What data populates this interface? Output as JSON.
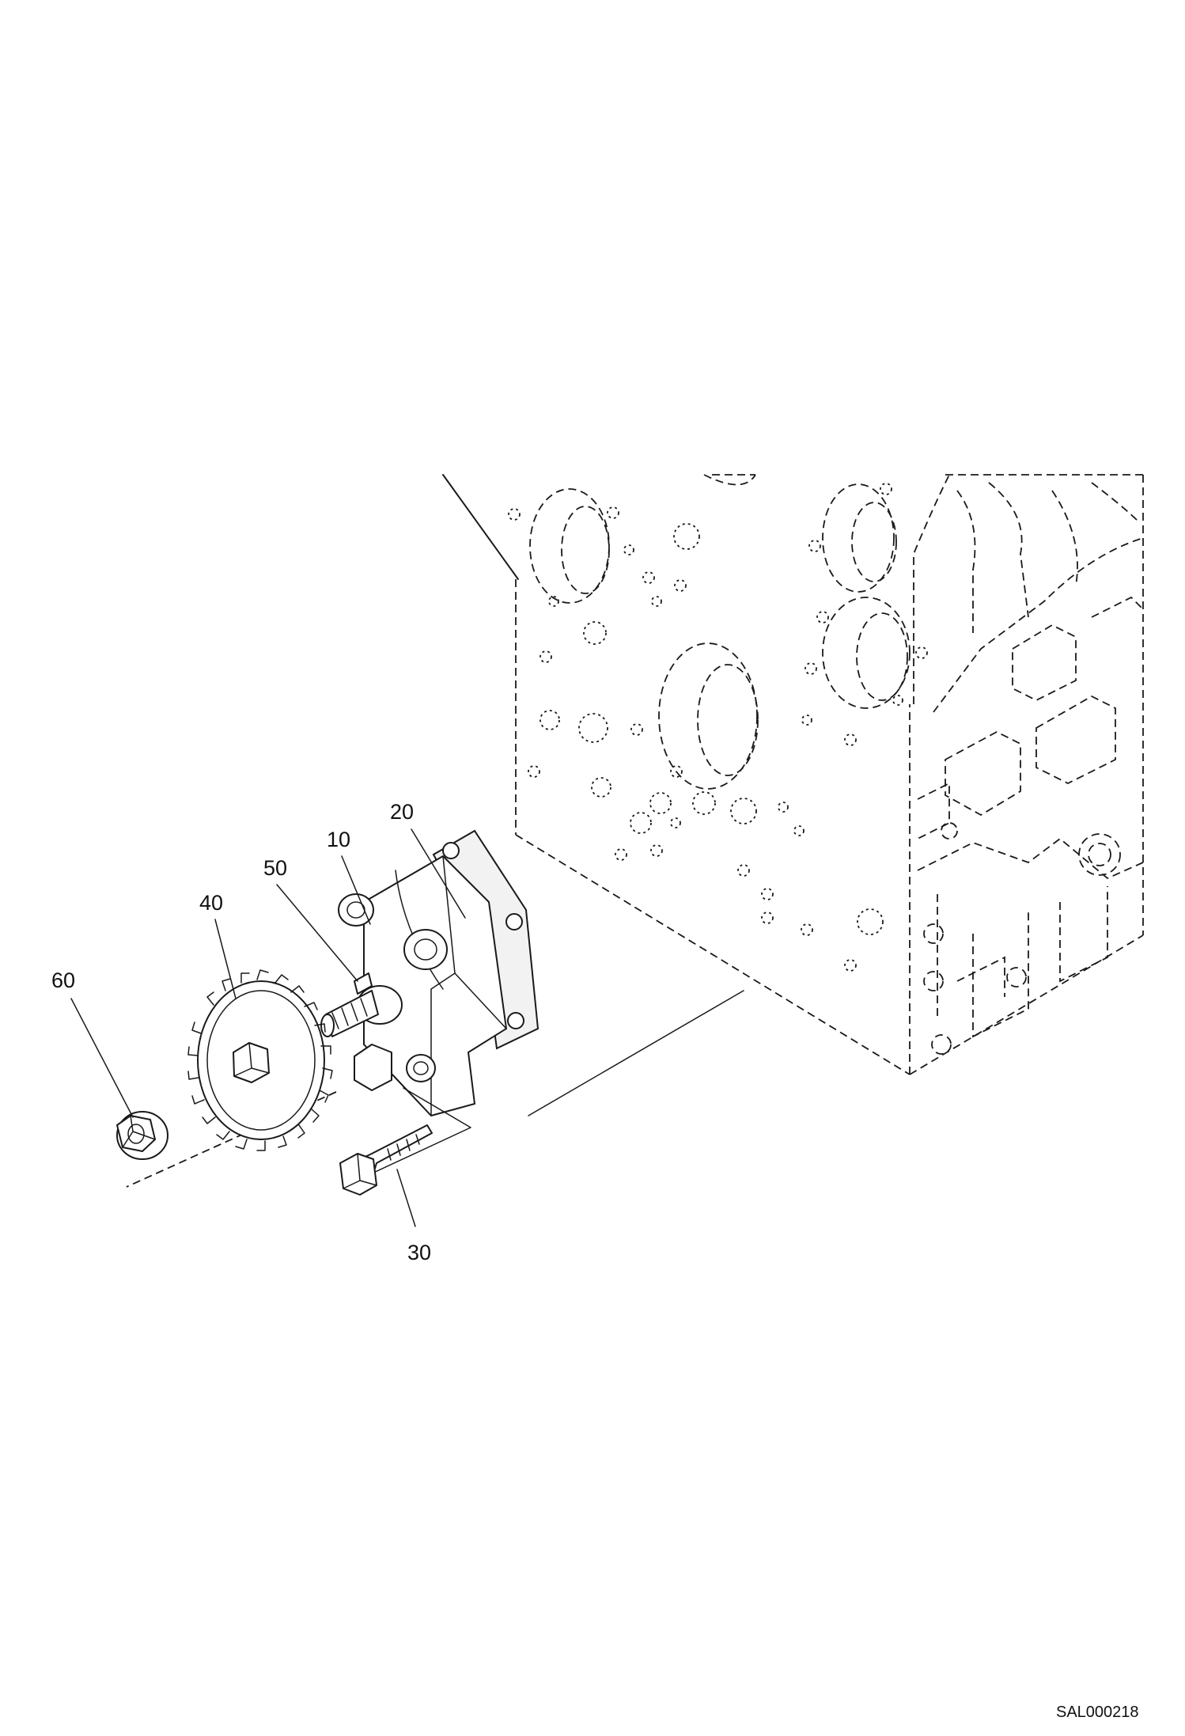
{
  "diagram": {
    "parts": [
      {
        "id": "p10",
        "callout": "10"
      },
      {
        "id": "p20",
        "callout": "20"
      },
      {
        "id": "p30",
        "callout": "30"
      },
      {
        "id": "p40",
        "callout": "40"
      },
      {
        "id": "p50",
        "callout": "50"
      },
      {
        "id": "p60",
        "callout": "60"
      }
    ],
    "reference_code": "SAL000218"
  }
}
